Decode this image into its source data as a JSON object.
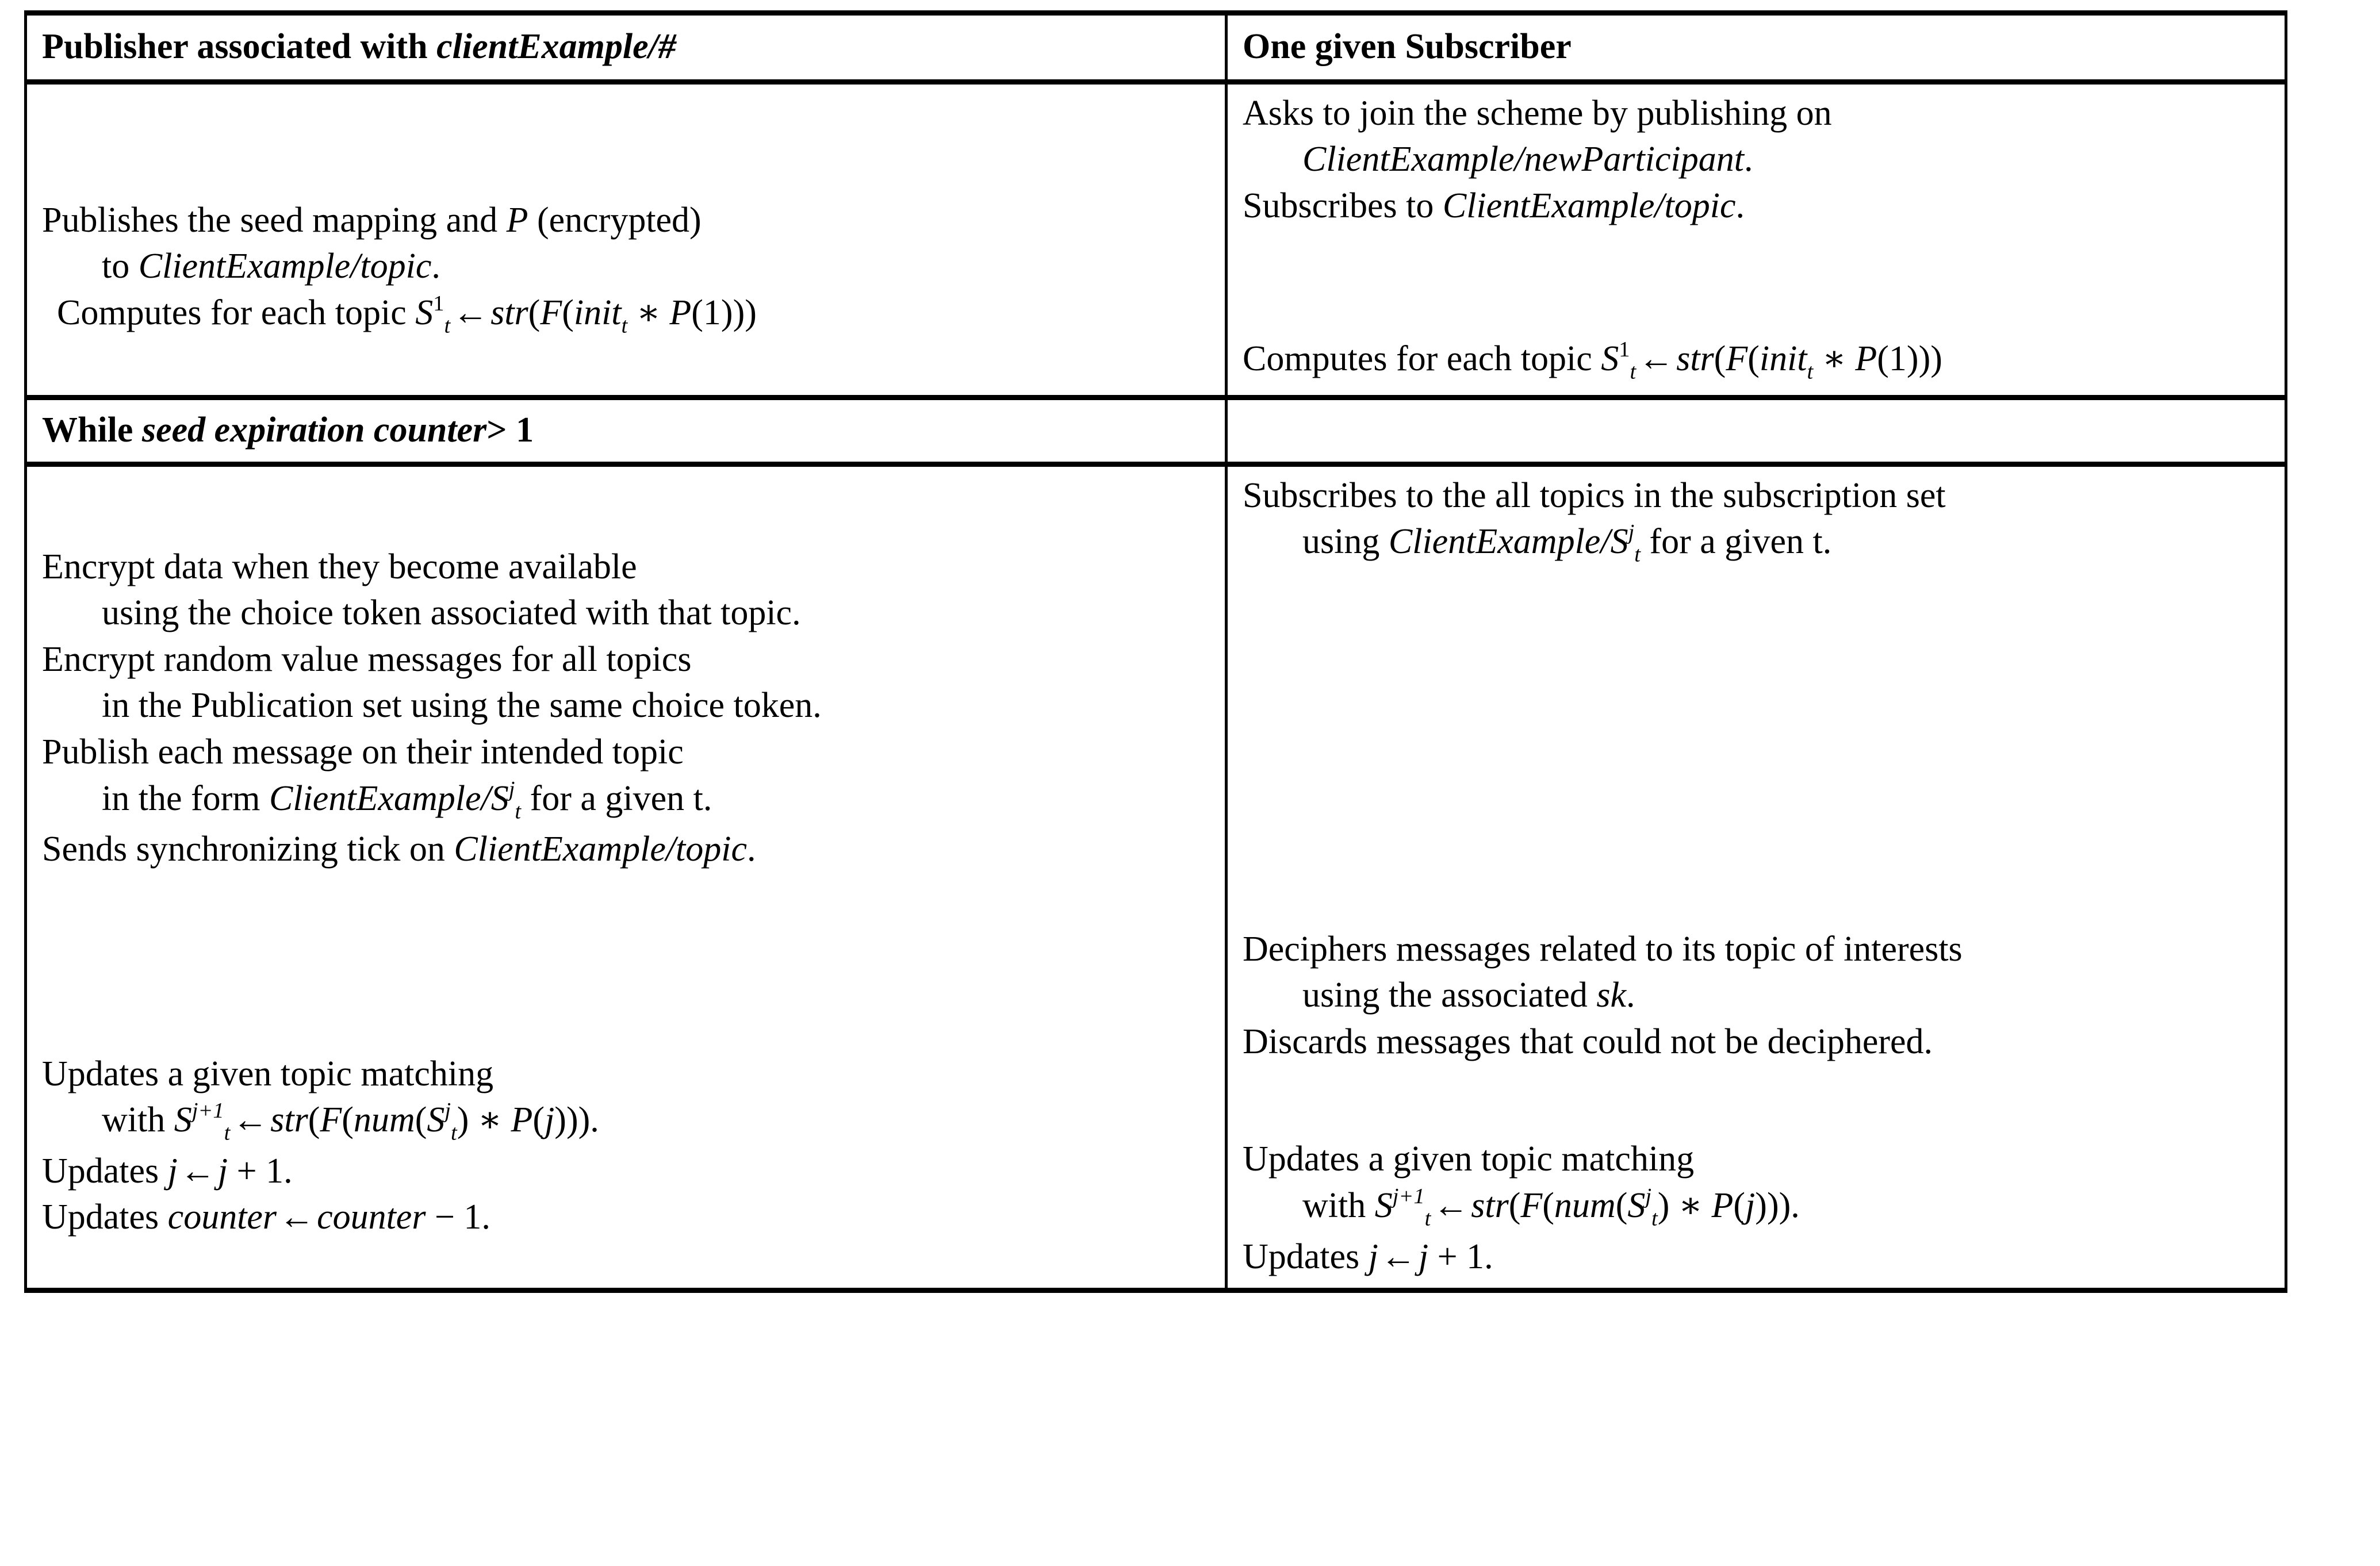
{
  "table": {
    "columns": [
      {
        "id": "publisher",
        "header_text": "Publisher associated with ",
        "header_italic": "clientExample/#"
      },
      {
        "id": "subscriber",
        "header_text": "One given Subscriber",
        "header_italic": ""
      }
    ],
    "while_condition": {
      "keyword": "While",
      "italic_part": "seed expiration counter",
      "comparison": "> 1"
    },
    "row1": {
      "publisher": {
        "lines": [
          {
            "text": "Publishes the seed mapping and ",
            "italic": "P",
            "tail": " (encrypted)",
            "indent": false
          },
          {
            "text": "to ",
            "italic": "ClientExample/topic",
            "tail": ".",
            "indent": true
          },
          {
            "text": "Computes for each topic ",
            "formula": "S_t^1 <- str(F(init_t * P(1)))",
            "indent": false
          }
        ]
      },
      "subscriber": {
        "lines": [
          {
            "text": "Asks to join the scheme by publishing on",
            "indent": false
          },
          {
            "text": "",
            "italic": "ClientExample/newParticipant",
            "tail": ".",
            "indent": true
          },
          {
            "text": "Subscribes to ",
            "italic": "ClientExample/topic",
            "tail": ".",
            "indent": false
          },
          {
            "text": "Computes for each topic ",
            "formula": "S_t^1 <- str(F(init_t * P(1)))",
            "indent": false
          }
        ]
      }
    },
    "row2": {
      "publisher": {
        "lines": [
          {
            "text": "Encrypt data when they become available",
            "indent": false
          },
          {
            "text": "using the choice token associated with that topic.",
            "indent": true
          },
          {
            "text": "Encrypt random value messages for all topics",
            "indent": false
          },
          {
            "text": "in the Publication set using the same choice token.",
            "indent": true
          },
          {
            "text": "Publish each message on their intended topic",
            "indent": false
          },
          {
            "text": "in the form ",
            "italic": "ClientExample/S_t^j",
            "tail": " for a given t.",
            "indent": true
          },
          {
            "text": "Sends synchronizing tick on ",
            "italic": "ClientExample/topic",
            "tail": ".",
            "indent": false
          },
          {
            "text": "Updates a given topic matching",
            "indent": false
          },
          {
            "text": "with ",
            "formula": "S_t^{j+1} <- str(F(num(S_t^j) * P(j))).",
            "indent": true
          },
          {
            "text": "Updates ",
            "formula": "j <- j + 1.",
            "indent": false
          },
          {
            "text": "Updates ",
            "formula": "counter <- counter - 1.",
            "indent": false
          }
        ]
      },
      "subscriber": {
        "lines": [
          {
            "text": "Subscribes to the all topics in the subscription set",
            "indent": false
          },
          {
            "text": "using ",
            "italic": "ClientExample/S_t^j",
            "tail": " for a given t.",
            "indent": true
          },
          {
            "text": "Deciphers messages related to its topic of interests",
            "indent": false
          },
          {
            "text": "using the associated ",
            "italic": "sk",
            "tail": ".",
            "indent": true
          },
          {
            "text": "Discards messages that could not be deciphered.",
            "indent": false
          },
          {
            "text": "Updates a given topic matching",
            "indent": false
          },
          {
            "text": "with ",
            "formula": "S_t^{j+1} <- str(F(num(S_t^j) * P(j))).",
            "indent": true
          },
          {
            "text": "Updates ",
            "formula": "j <- j + 1.",
            "indent": false
          }
        ]
      }
    }
  },
  "text": {
    "header_publisher_plain": "Publisher associated with ",
    "header_publisher_em": "clientExample/#",
    "header_subscriber": "One given Subscriber",
    "while_kw": "While ",
    "while_em": "seed expiration counter",
    "while_cmp": "> 1",
    "pub_publishes_a": "Publishes the seed mapping and ",
    "pub_publishes_P": "P",
    "pub_publishes_b": " (encrypted)",
    "pub_to": "to ",
    "pub_to_em": "ClientExample/topic",
    "pub_to_dot": ".",
    "computes_prefix": "Computes for each topic ",
    "sub_asks": "Asks to join the scheme by publishing on",
    "sub_newparticipant_em": "ClientExample/newParticipant",
    "sub_newparticipant_dot": ".",
    "sub_subscribes": "Subscribes to ",
    "sub_subscribes_em": "ClientExample/topic",
    "sub_subscribes_dot": ".",
    "pub_encrypt_data": "Encrypt data when they become available",
    "pub_using_choice": "using the choice token associated with that topic.",
    "pub_encrypt_rand": "Encrypt random value messages for all topics",
    "pub_in_publication": "in the Publication set using the same choice token.",
    "pub_publish_each": "Publish each message on their intended topic",
    "pub_in_the_form": "in the form ",
    "pub_clientexample_em": "ClientExample",
    "pub_for_given_t": " for a given t.",
    "pub_sends_tick": "Sends synchronizing tick on ",
    "pub_sends_tick_em": "ClientExample/topic",
    "pub_sends_tick_dot": ".",
    "sub_subscribes_all": "Subscribes to the all topics in the subscription set",
    "sub_using": "using ",
    "sub_clientexample_em": "ClientExample",
    "sub_for_given_t": " for a given t.",
    "sub_deciphers": "Deciphers messages related to its topic of interests",
    "sub_using_assoc": "using the associated ",
    "sub_sk_em": "sk",
    "sub_sk_dot": ".",
    "sub_discards": "Discards messages that could not be deciphered.",
    "updates_topic": "Updates a given topic matching",
    "with_word": "with ",
    "updates_word": "Updates ",
    "eq_S": "S",
    "eq_t": "t",
    "eq_one": "1",
    "eq_jplus1": "j+1",
    "eq_j": "j",
    "eq_arrow": "←",
    "eq_str": "str",
    "eq_F": "F",
    "eq_init": "init",
    "eq_ast": "∗",
    "eq_P": "P",
    "eq_num": "num",
    "eq_lp": "(",
    "eq_rp": ")",
    "eq_slash": "/",
    "eq_dot": ".",
    "eq_plus": "+",
    "eq_minus": "−",
    "eq_counter": "counter"
  }
}
